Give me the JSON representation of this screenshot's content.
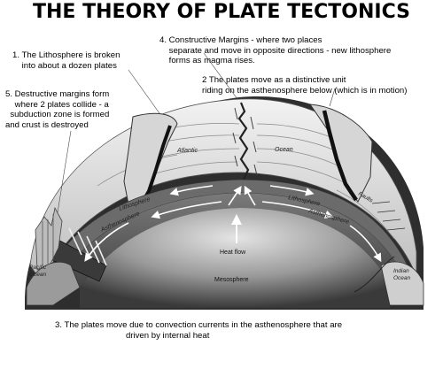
{
  "title": "THE THEORY OF PLATE TECTONICS",
  "notes": {
    "n1": "1. The Lithosphere is broken\n    into about a dozen plates",
    "n2": "2 The plates move as a distinctive unit\nriding on the asthenosphere below (which is in motion)",
    "n3": "3. The plates move due to convection currents in the asthenosphere that are\n                              driven by internal heat",
    "n4": "4. Constructive Margins - where two places\n    separate and move in opposite directions - new lithosphere\n    forms as magma rises.",
    "n5": "5. Destructive margins form\n    where 2 plates collide - a\n  subduction zone is formed\nand crust is destroyed"
  },
  "diagram": {
    "labels": {
      "atlantic": "Atlantic",
      "ocean": "Ocean",
      "lithosphere_left": "Lithosphere",
      "lithosphere_right": "Lithosphere",
      "asthenosphere_left": "Asthenosphere",
      "asthenosphere_right": "Asthenosphere",
      "heat_flow": "Heat flow",
      "mesosphere": "Mesosphere",
      "pacific_ocean_1": "Pacific",
      "pacific_ocean_2": "Ocean",
      "indian_ocean_1": "Indian",
      "indian_ocean_2": "Ocean",
      "faults": "Faults"
    }
  }
}
